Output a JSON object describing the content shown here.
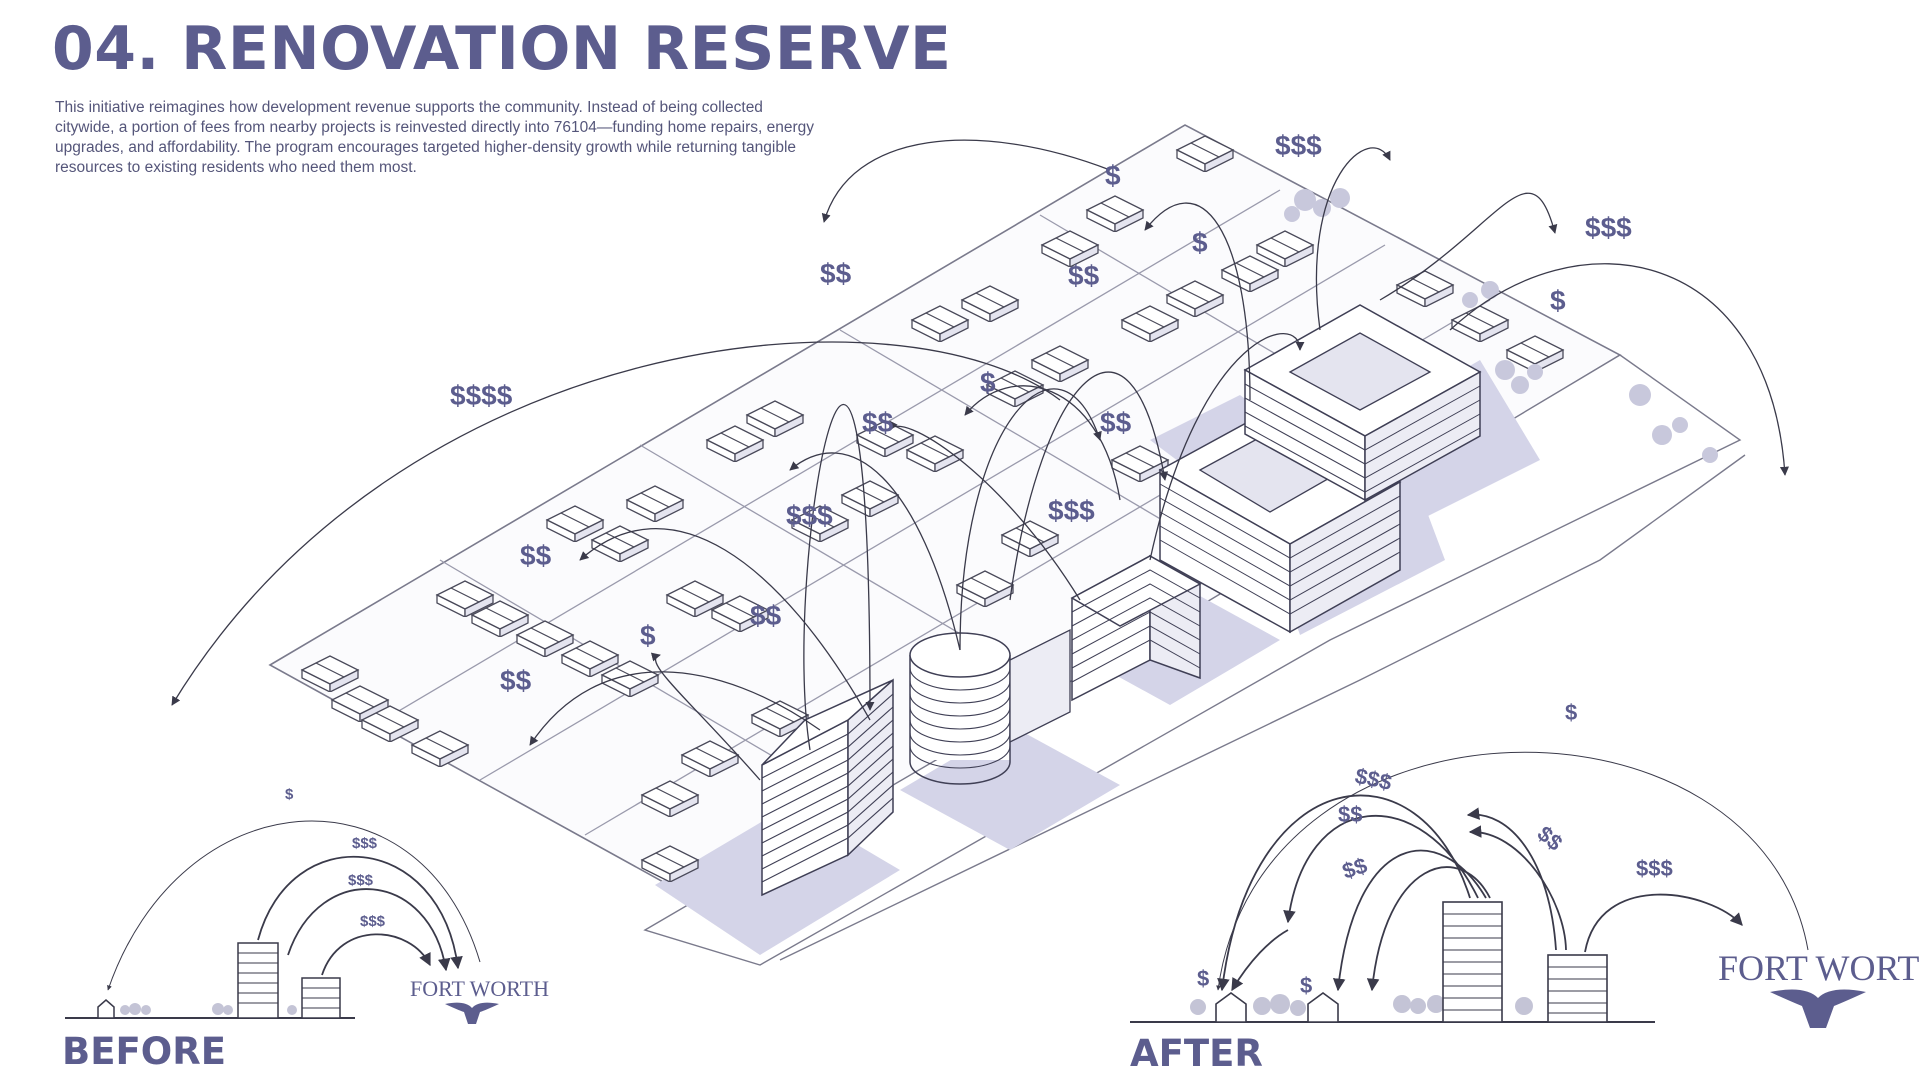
{
  "header": {
    "title": "04. RENOVATION RESERVE",
    "description": "This initiative reimagines how development revenue supports the community. Instead of being collected citywide, a portion of fees from nearby projects is reinvested directly into 76104—funding home repairs, energy upgrades, and affordability. The program encourages targeted higher-density growth while returning tangible resources to existing residents who need them most."
  },
  "axonometric": {
    "fund_labels": [
      "$$$$",
      "$$",
      "$",
      "$",
      "$$$",
      "$$",
      "$",
      "$$$",
      "$",
      "$$",
      "$$",
      "$$$",
      "$$$",
      "$$",
      "$",
      "$$",
      "$$"
    ]
  },
  "before": {
    "heading": "BEFORE",
    "flows": [
      "$",
      "$$$",
      "$$$",
      "$$$"
    ],
    "logo_text": "FORT WORTH"
  },
  "after": {
    "heading": "AFTER",
    "flows": [
      "$",
      "$$$",
      "$$",
      "$$",
      "$$",
      "$$$",
      "$",
      "$"
    ],
    "logo_text": "FORT WORTH"
  },
  "colors": {
    "accent": "#5c5d8e",
    "shadow": "#d4d4e8",
    "line": "#3a3a4a"
  }
}
